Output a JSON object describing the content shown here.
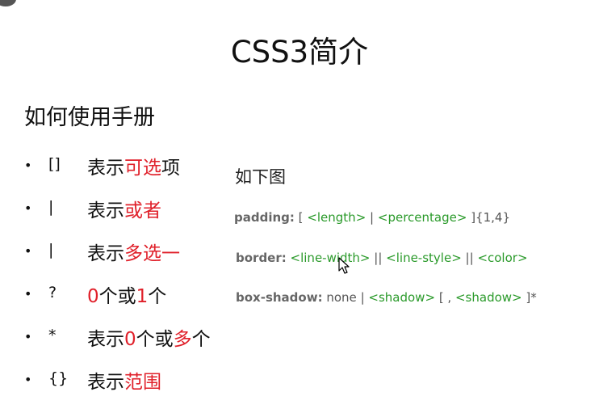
{
  "title": "CSS3简介",
  "subtitle": "如何使用手册",
  "list": [
    {
      "bullet": "•",
      "symbol": "[]",
      "parts": [
        {
          "text": "表示",
          "red": false
        },
        {
          "text": "可选",
          "red": true
        },
        {
          "text": "项",
          "red": false
        }
      ]
    },
    {
      "bullet": "•",
      "symbol": "|",
      "parts": [
        {
          "text": "表示",
          "red": false
        },
        {
          "text": "或者",
          "red": true
        }
      ]
    },
    {
      "bullet": "•",
      "symbol": "|",
      "parts": [
        {
          "text": "表示",
          "red": false
        },
        {
          "text": "多选一",
          "red": true
        }
      ]
    },
    {
      "bullet": "•",
      "symbol": "?",
      "parts": [
        {
          "text": "0",
          "red": true
        },
        {
          "text": "个或",
          "red": false
        },
        {
          "text": "1",
          "red": true
        },
        {
          "text": "个",
          "red": false
        }
      ]
    },
    {
      "bullet": "•",
      "symbol": "*",
      "parts": [
        {
          "text": "表示",
          "red": false
        },
        {
          "text": "0",
          "red": true
        },
        {
          "text": "个或",
          "red": false
        },
        {
          "text": "多",
          "red": true
        },
        {
          "text": "个",
          "red": false
        }
      ]
    },
    {
      "bullet": "•",
      "symbol": "{}",
      "parts": [
        {
          "text": "表示",
          "red": false
        },
        {
          "text": "范围",
          "red": true
        }
      ]
    }
  ],
  "figure_caption": "如下图",
  "syntax_examples": {
    "padding": {
      "prop": "padding:",
      "parts": [
        {
          "t": "[",
          "k": "op"
        },
        {
          "t": "<length>",
          "k": "val"
        },
        {
          "t": "|",
          "k": "op"
        },
        {
          "t": "<percentage>",
          "k": "val"
        },
        {
          "t": "]{1,4}",
          "k": "op"
        }
      ]
    },
    "border": {
      "prop": "border:",
      "parts": [
        {
          "t": "<line-width>",
          "k": "val"
        },
        {
          "t": "||",
          "k": "op"
        },
        {
          "t": "<line-style>",
          "k": "val"
        },
        {
          "t": "||",
          "k": "op"
        },
        {
          "t": "<color>",
          "k": "val"
        }
      ]
    },
    "box_shadow": {
      "prop": "box-shadow:",
      "parts": [
        {
          "t": "none",
          "k": "plain"
        },
        {
          "t": "|",
          "k": "op"
        },
        {
          "t": "<shadow>",
          "k": "val"
        },
        {
          "t": "[ ,",
          "k": "op"
        },
        {
          "t": "<shadow>",
          "k": "val"
        },
        {
          "t": "]*",
          "k": "op"
        }
      ]
    }
  },
  "colors": {
    "accent_red": "#e0202a",
    "syntax_green": "#2a9a2a",
    "syntax_prop_gray": "#666666"
  }
}
